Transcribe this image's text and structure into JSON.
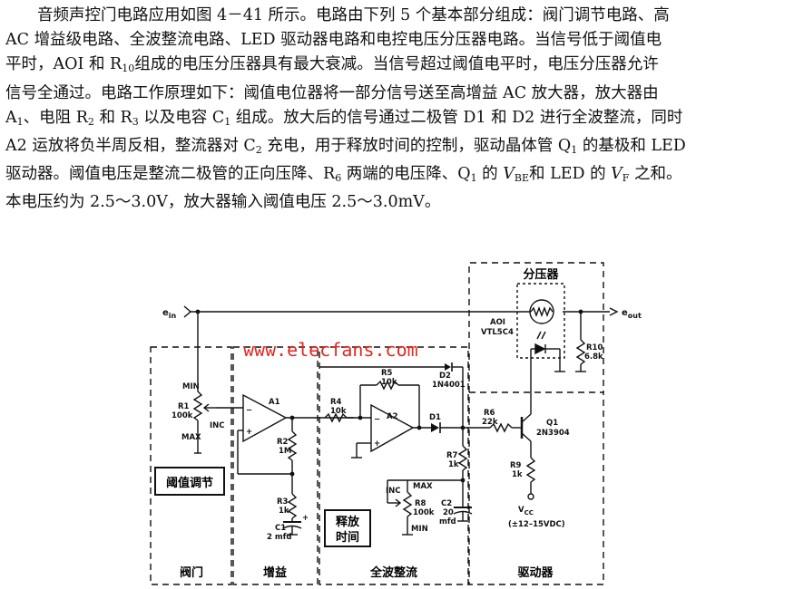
{
  "text": {
    "l1": "音频声控门电路应用如图 4－41 所示。电路由下列 5 个基本部分组成：阀门调节电路、高",
    "l2": "AC 增益级电路、全波整流电路、LED 驱动器电路和电控电压分压器电路。当信号低于阈值电",
    "l3a": "平时，AOI 和 R",
    "l3sub": "10",
    "l3b": "组成的电压分压器具有最大衰减。当信号超过阈值电平时，电压分压器允许",
    "l4": "信号全通过。电路工作原理如下：阈值电位器将一部分信号送至高增益 AC 放大器，放大器由",
    "l5a": "A",
    "l5s1": "1",
    "l5b": "、电阻 R",
    "l5s2": "2",
    "l5c": " 和 R",
    "l5s3": "3",
    "l5d": " 以及电容 C",
    "l5s4": "1",
    "l5e": " 组成。放大后的信号通过二极管 D1 和 D2 进行全波整流，同时",
    "l6a": "A2 运放将负半周反相，整流器对 C",
    "l6s1": "2",
    "l6b": " 充电，用于释放时间的控制，驱动晶体管 Q",
    "l6s2": "1",
    "l6c": " 的基极和 LED",
    "l7a": "驱动器。阈值电压是整流二极管的正向压降、R",
    "l7s1": "6",
    "l7b": " 两端的电压降、Q",
    "l7s2": "1",
    "l7c": " 的 ",
    "l7v1": "V",
    "l7s3": "BE",
    "l7d": "和 LED 的 ",
    "l7v2": "V",
    "l7s4": "F",
    "l7e": " 之和。",
    "l8": "本电压约为 2.5～3.0V，放大器输入阈值电压 2.5～3.0mV。"
  },
  "diagram": {
    "watermark": "www.elecfans.com",
    "sections": {
      "gate": "阀门",
      "gain": "增益",
      "rectifier": "全波整流",
      "driver": "驱动器",
      "divider": "分压器"
    },
    "boxes": {
      "threshold_adjust": "阈值调节",
      "release_time_1": "释放",
      "release_time_2": "时间"
    },
    "io": {
      "ein_e": "e",
      "ein_sub": "in",
      "eout_e": "e",
      "eout_sub": "out"
    },
    "components": {
      "r1_min": "MIN",
      "r1_name": "R1",
      "r1_val": "100k",
      "r1_inc": "INC",
      "r1_max": "MAX",
      "a1": "A1",
      "a1_minus": "−",
      "a1_plus": "+",
      "r2_name": "R2",
      "r2_val": "1M",
      "r3_name": "R3",
      "r3_val": "1k",
      "c1_name": "C1",
      "c1_val": "2 mfd",
      "c1_plus": "+",
      "r4_name": "R4",
      "r4_val": "10k",
      "r5_name": "R5",
      "r5_val": "10k",
      "d2_name": "D2",
      "d2_val": "1N4001",
      "a2": "A2",
      "a2_minus": "−",
      "a2_plus": "+",
      "d1_name": "D1",
      "r7_name": "R7",
      "r7_val": "1k",
      "r8_inc": "INC",
      "r8_max": "MAX",
      "r8_name": "R8",
      "r8_val": "100k",
      "r8_min": "MIN",
      "c2_name": "C2",
      "c2_val1": "20",
      "c2_val2": "mfd",
      "r6_name": "R6",
      "r6_val": "22k",
      "q1_name": "Q1",
      "q1_val": "2N3904",
      "r9_name": "R9",
      "r9_val": "1k",
      "vcc_v": "V",
      "vcc_sub": "CC",
      "vcc_range": "(±12–15VDC)",
      "aoi_name": "AOI",
      "aoi_val": "VTL5C4",
      "r10_name": "R10",
      "r10_val": "6.8k"
    }
  }
}
